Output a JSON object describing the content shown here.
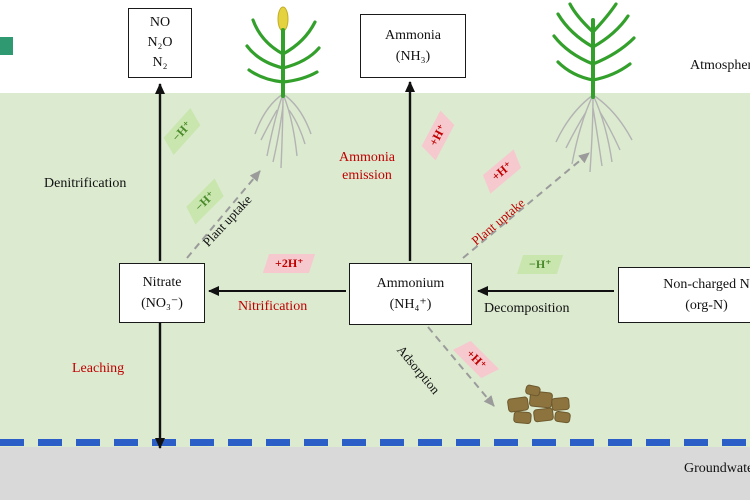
{
  "scene": {
    "atmosphere_label": "Atmosphere",
    "groundwater_label": "Groundwater"
  },
  "boxes": {
    "gases": {
      "line1": "NO",
      "line2": "N₂O",
      "line3": "N₂"
    },
    "ammonia": {
      "line1": "Ammonia",
      "line2": "(NH₃)"
    },
    "nitrate": {
      "line1": "Nitrate",
      "line2": "(NO₃⁻)"
    },
    "ammonium": {
      "line1": "Ammonium",
      "line2": "(NH₄⁺)"
    },
    "organic": {
      "line1": "Non-charged N",
      "line2": "(org-N)"
    }
  },
  "processes": {
    "denitrification": "Denitrification",
    "leaching": "Leaching",
    "nitrification": "Nitrification",
    "decomposition": "Decomposition",
    "plant_uptake_left": "Plant uptake",
    "plant_uptake_right": "Plant uptake",
    "ammonia_emission_line1": "Ammonia",
    "ammonia_emission_line2": "emission",
    "adsorption": "Adsorption"
  },
  "proton_tags": {
    "denitrification": "−H⁺",
    "plant_uptake_left": "−H⁺",
    "nitrification": "+2H⁺",
    "ammonia_emission": "+H⁺",
    "plant_uptake_right": "+H⁺",
    "decomposition": "−H⁺",
    "adsorption": "+H⁺"
  },
  "colors": {
    "soil": "#dcead0",
    "groundwater": "#d9d9d9",
    "waterline": "#2b5fc7",
    "accent-red": "#c00000",
    "tag-green-bg": "#c9e6af",
    "tag-green-text": "#4a8a2a",
    "tag-red-bg": "#f6c9cf",
    "tag-red-text": "#c00000",
    "plant-green": "#33a02c",
    "root-gray": "#b3b3b3",
    "clod-brown": "#8d743f",
    "artifact-teal": "#2f9a72"
  }
}
